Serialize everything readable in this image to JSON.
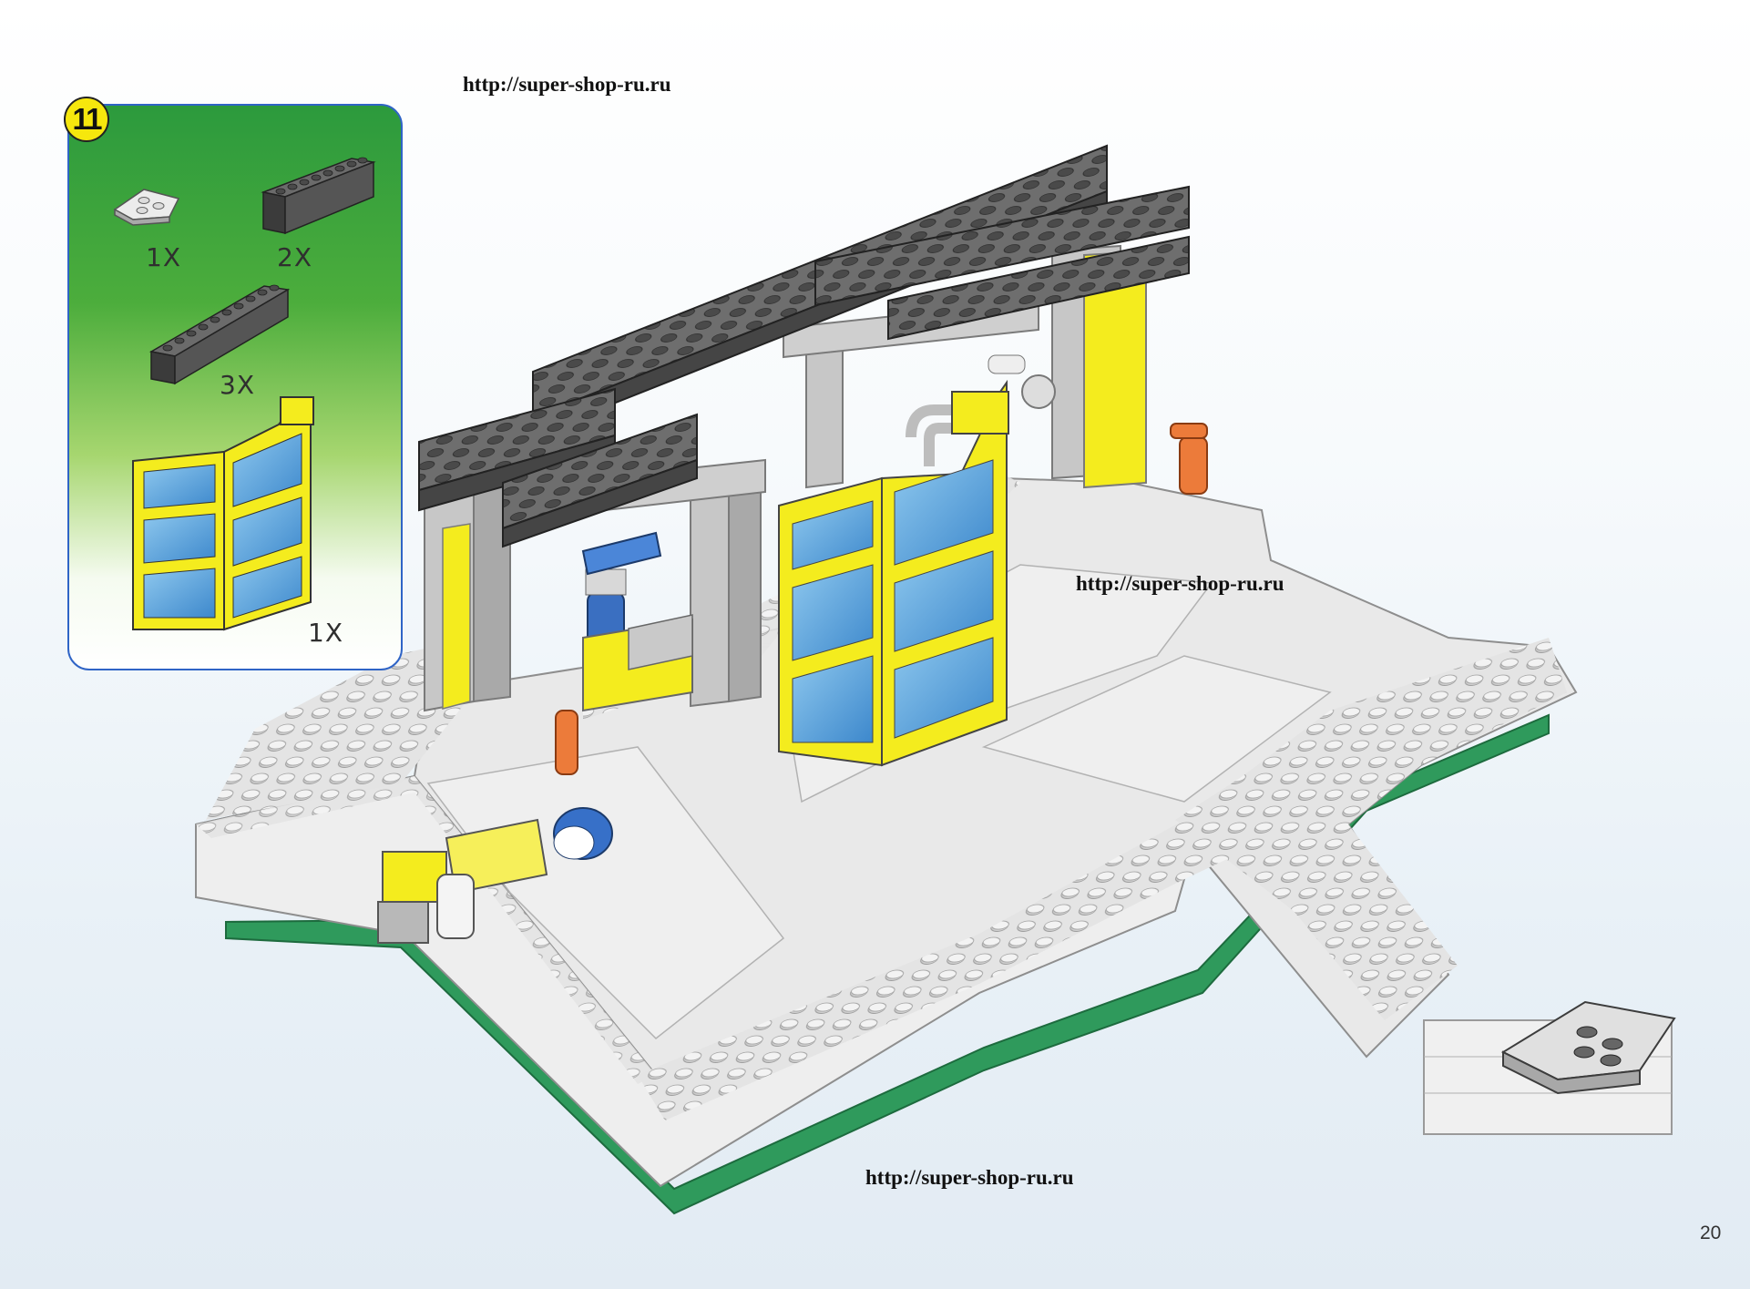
{
  "watermarks": {
    "top": "http://super-shop-ru.ru",
    "middle": "http://super-shop-ru.ru",
    "bottom": "http://super-shop-ru.ru"
  },
  "step": {
    "number": "11",
    "parts": [
      {
        "name": "wedge-plate-icon",
        "quantity": "1X",
        "color": "#e6e6e6"
      },
      {
        "name": "dark-gray-brick-1x8-icon",
        "quantity": "2X",
        "color": "#5c5c5c"
      },
      {
        "name": "dark-gray-brick-1x10-icon",
        "quantity": "3X",
        "color": "#5c5c5c"
      },
      {
        "name": "yellow-corner-window-icon",
        "quantity": "1X",
        "color": "#f4ec1e"
      }
    ]
  },
  "page_number": "20",
  "colors": {
    "panel_green": "#3ea63e",
    "panel_border": "#2f64c6",
    "baseplate_gray": "#e2e2e2",
    "baseplate_green": "#2f9a5c",
    "yellow": "#f4ec1e",
    "window_blue": "#5aa7e0",
    "dark_gray": "#5a5a5a",
    "light_gray": "#b9b9b9"
  }
}
